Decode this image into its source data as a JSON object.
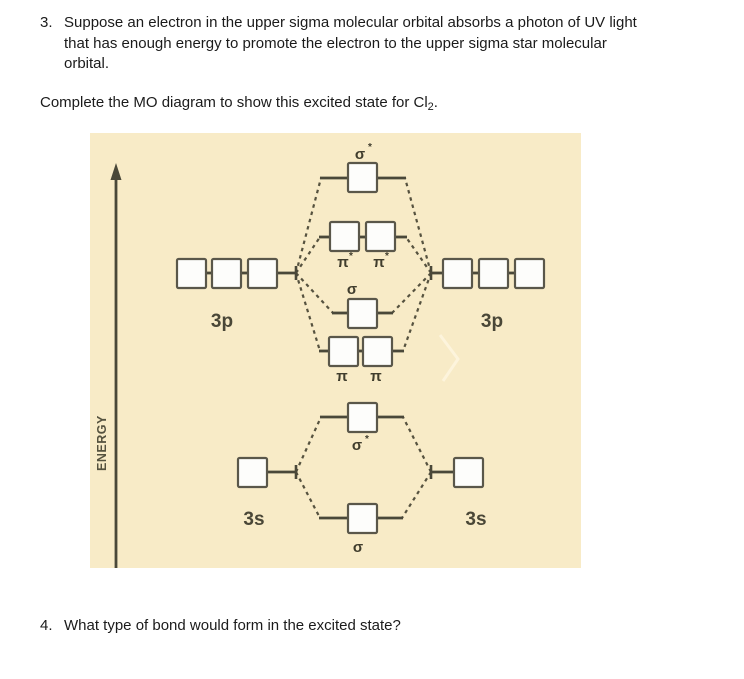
{
  "page": {
    "question3": {
      "number": "3.",
      "lines": [
        "Suppose an electron in the upper sigma molecular orbital absorbs a photon of UV light",
        "that has enough energy to promote the electron to the upper sigma star molecular",
        "orbital."
      ]
    },
    "instruction": {
      "before_sub": "Complete the MO diagram to show this excited state for Cl",
      "sub": "2",
      "after_sub": "."
    },
    "question4": {
      "number": "4.",
      "text": "What type of bond would form in the excited state?"
    }
  },
  "diagram": {
    "energy_axis_label": "ENERGY",
    "colors": {
      "background": "#f8ebc7",
      "line": "#4a4839",
      "box_fill": "#fdfdfb",
      "box_border": "#5a574a",
      "label_text": "#44412f"
    },
    "labels": {
      "sigma_star_top": {
        "base": "σ",
        "sup": "*"
      },
      "pi_star_left": {
        "base": "π",
        "sup": "*"
      },
      "pi_star_right": {
        "base": "π",
        "sup": "*"
      },
      "sigma_p": "σ",
      "pi_left": "π",
      "pi_right": "π",
      "sigma_star_s": {
        "base": "σ",
        "sup": "*"
      },
      "sigma_s": "σ",
      "ao_left_p": "3p",
      "ao_right_p": "3p",
      "ao_left_s": "3s",
      "ao_right_s": "3s"
    }
  }
}
